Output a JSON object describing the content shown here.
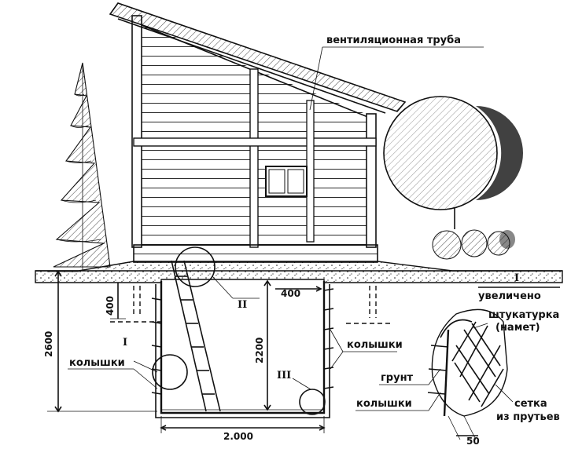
{
  "labels": {
    "vent_pipe": "вентиляционная труба",
    "view_I_title": "I",
    "view_I_sub": "увеличено",
    "plaster": "штукатурка",
    "plaster_sub": "(намет)",
    "stakes_right": "колышки",
    "stakes_left": "колышки",
    "stakes_detail": "колышки",
    "soil": "грунт",
    "mesh": "сетка",
    "mesh_sub": "из прутьев",
    "callout_I": "I",
    "callout_II": "II",
    "callout_III": "III"
  },
  "dimensions": {
    "total_depth": "2600",
    "top_depth_left": "400",
    "top_depth_right": "400",
    "inner_height": "2200",
    "width": "2.000",
    "detail_thickness": "50"
  },
  "colors": {
    "ink": "#111111",
    "paper": "#ffffff"
  }
}
